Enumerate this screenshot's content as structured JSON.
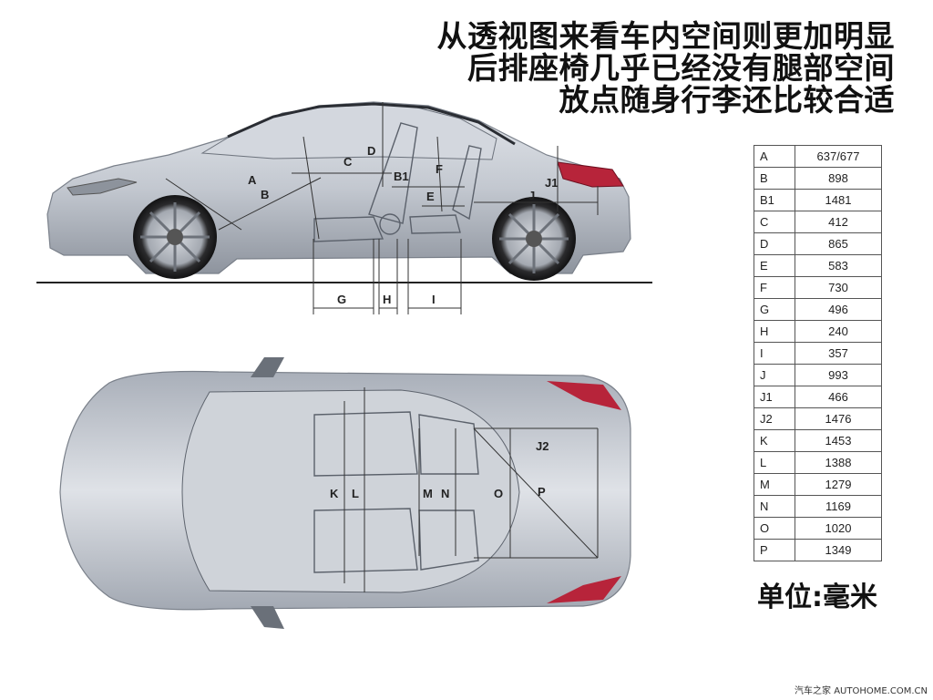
{
  "headline": [
    "从透视图来看车内空间则更加明显",
    "后排座椅几乎已经没有腿部空间",
    "放点随身行李还比较合适"
  ],
  "side_labels": {
    "A": "A",
    "B": "B",
    "B1": "B1",
    "C": "C",
    "D": "D",
    "E": "E",
    "F": "F",
    "J": "J",
    "J1": "J1",
    "G": "G",
    "H": "H",
    "I": "I"
  },
  "top_labels": {
    "J2": "J2",
    "K": "K",
    "L": "L",
    "M": "M",
    "N": "N",
    "O": "O",
    "P": "P"
  },
  "dimensions": [
    {
      "key": "A",
      "value": "637/677"
    },
    {
      "key": "B",
      "value": "898"
    },
    {
      "key": "B1",
      "value": "1481"
    },
    {
      "key": "C",
      "value": "412"
    },
    {
      "key": "D",
      "value": "865"
    },
    {
      "key": "E",
      "value": "583"
    },
    {
      "key": "F",
      "value": "730"
    },
    {
      "key": "G",
      "value": "496"
    },
    {
      "key": "H",
      "value": "240"
    },
    {
      "key": "I",
      "value": "357"
    },
    {
      "key": "J",
      "value": "993"
    },
    {
      "key": "J1",
      "value": "466"
    },
    {
      "key": "J2",
      "value": "1476"
    },
    {
      "key": "K",
      "value": "1453"
    },
    {
      "key": "L",
      "value": "1388"
    },
    {
      "key": "M",
      "value": "1279"
    },
    {
      "key": "N",
      "value": "1169"
    },
    {
      "key": "O",
      "value": "1020"
    },
    {
      "key": "P",
      "value": "1349"
    }
  ],
  "unit_label": "单位:毫米",
  "watermark": "汽车之家 AUTOHOME.COM.CN"
}
